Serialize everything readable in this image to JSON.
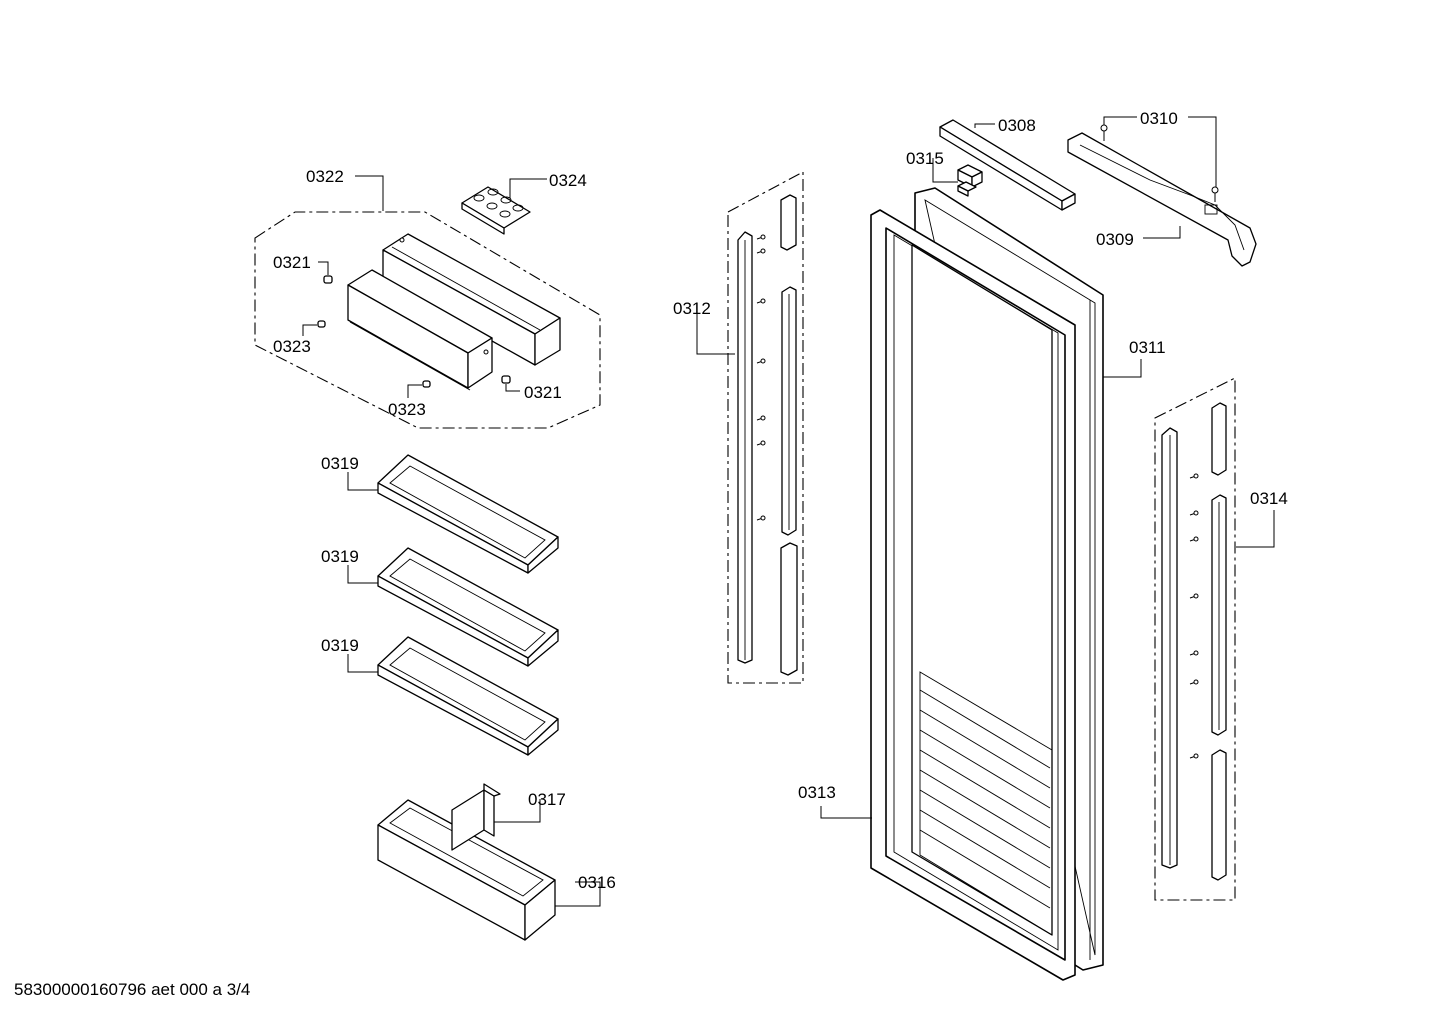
{
  "labels": {
    "p0308": "0308",
    "p0309": "0309",
    "p0310": "0310",
    "p0311": "0311",
    "p0312": "0312",
    "p0313": "0313",
    "p0314": "0314",
    "p0315": "0315",
    "p0316": "0316",
    "p0317": "0317",
    "p0319": "0319",
    "p0321": "0321",
    "p0322": "0322",
    "p0323": "0323",
    "p0324": "0324"
  },
  "footer": "58300000160796 aet 000 a 3/4"
}
